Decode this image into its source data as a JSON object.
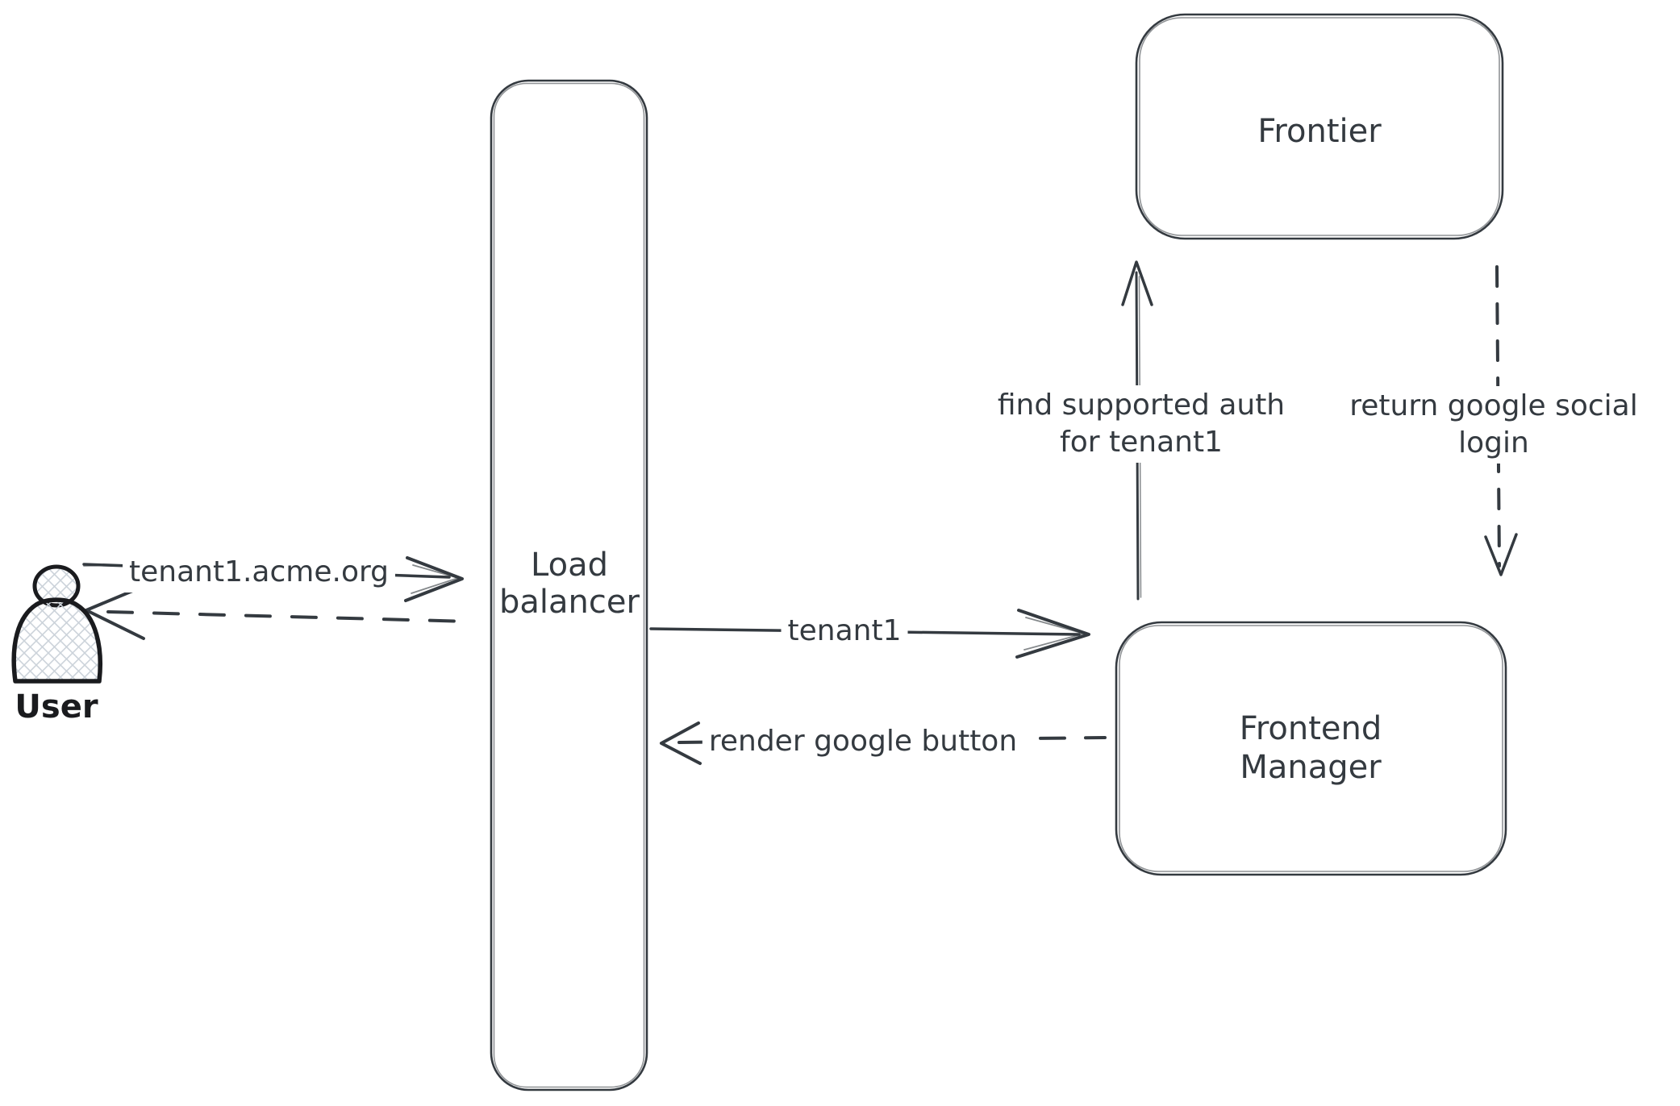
{
  "diagram": {
    "colors": {
      "background": "#ffffff",
      "stroke": "#343a40",
      "actor_outline": "#1a1b1e",
      "actor_hatch_fill": "#ccd3da"
    },
    "actor": {
      "label": "User",
      "icon": "person-icon"
    },
    "nodes": {
      "load_balancer": {
        "line1": "Load",
        "line2": "balancer"
      },
      "frontier": {
        "label": "Frontier"
      },
      "frontend_manager": {
        "line1": "Frontend",
        "line2": "Manager"
      }
    },
    "messages": {
      "user_to_lb": {
        "label": "tenant1.acme.org",
        "from": "User",
        "to": "Load balancer",
        "line_style": "solid"
      },
      "lb_to_user": {
        "from": "Load balancer",
        "to": "User",
        "line_style": "dashed"
      },
      "lb_to_fm": {
        "label": "tenant1",
        "from": "Load balancer",
        "to": "Frontend Manager",
        "line_style": "solid"
      },
      "fm_to_lb": {
        "label": "render google button",
        "from": "Frontend Manager",
        "to": "Load balancer",
        "line_style": "dashed"
      },
      "fm_to_frontier": {
        "line1": "find supported auth",
        "line2": "for tenant1",
        "from": "Frontend Manager",
        "to": "Frontier",
        "line_style": "solid"
      },
      "frontier_to_fm": {
        "line1": "return google social",
        "line2": "login",
        "from": "Frontier",
        "to": "Frontend Manager",
        "line_style": "dashed"
      }
    }
  }
}
